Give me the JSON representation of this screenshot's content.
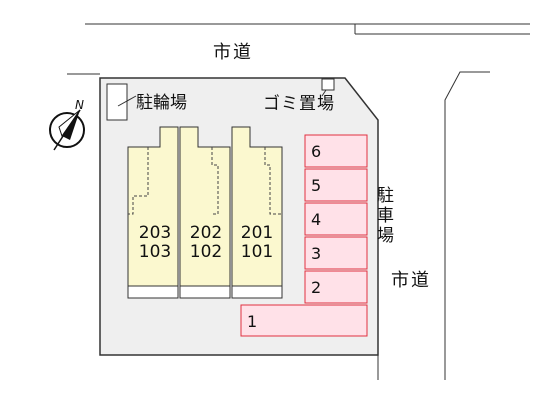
{
  "labels": {
    "road_top": "市道",
    "road_right": "市道",
    "bicycle_parking": "駐輪場",
    "garbage_area": "ゴミ置場",
    "parking": "駐車場"
  },
  "parking_slots": [
    "6",
    "5",
    "4",
    "3",
    "2",
    "1"
  ],
  "units": [
    {
      "upper": "203",
      "lower": "103"
    },
    {
      "upper": "202",
      "lower": "102"
    },
    {
      "upper": "201",
      "lower": "101"
    }
  ],
  "compass": {
    "label": "N"
  },
  "colors": {
    "lot_fill": "#efefef",
    "building_fill": "#fbf8cf",
    "parking_fill": "#ffe1e8",
    "parking_stroke": "#e0303f",
    "line": "#333333"
  }
}
